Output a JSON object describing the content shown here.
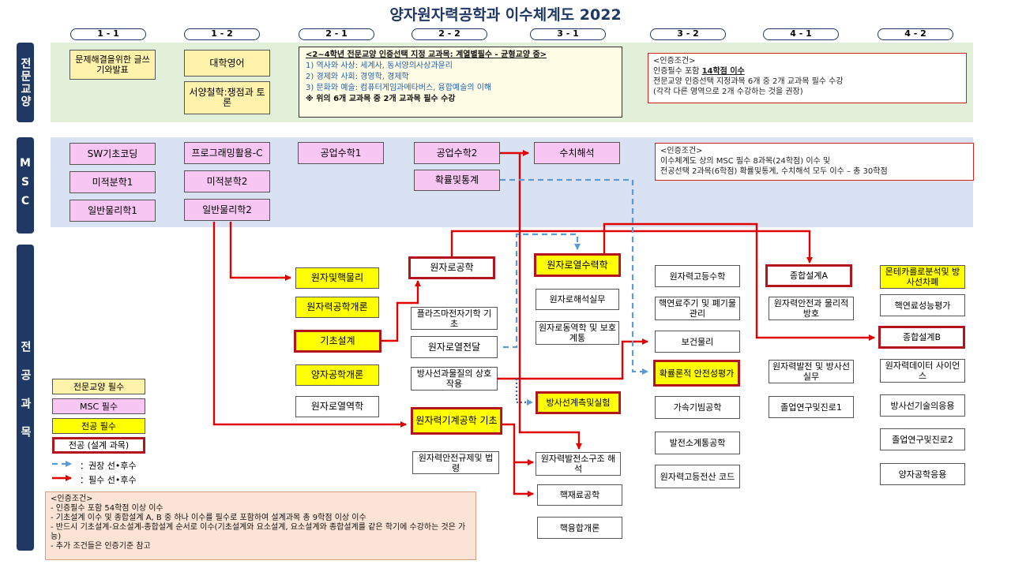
{
  "title": "양자원자력공학과 이수체계도 2022",
  "semesters": [
    "1 - 1",
    "1 - 2",
    "2 - 1",
    "2 - 2",
    "3 - 1",
    "3 - 2",
    "4 - 1",
    "4 - 2"
  ],
  "rows": {
    "general": "전문교양",
    "msc": "MSC",
    "major": "전공과목"
  },
  "general": {
    "c1": "문제해결을위한 글쓰기와발표",
    "c2a": "대학영어",
    "c2b": "서양철학:쟁점과 토론",
    "heading": "<2~4학년 전문교양 인증선택 지정 교과목: 계열별필수 - 균형교양 중>",
    "item1": "1) 역사와 사상: 세계사, 동서양의사상과윤리",
    "item2": "2) 경제와 사회: 경영학, 경제학",
    "item3": "3) 문화와 예술: 컴퓨터게임과메타버스, 융합예술의 이해",
    "item4": "※ 위의 6개 교과목 중 2개 교과목 필수 수강",
    "note_title": "<인증조건>",
    "note_line1_pre": "인증필수 포함 ",
    "note_line1_em": "14학점 이수",
    "note_line2": "전문교양 인증선택 지정과목 6개 중 2개 교과목 필수 수강",
    "note_line3": "(각각 다른 영역으로 2개 수강하는 것을 권장)"
  },
  "msc": {
    "sw": "SW기초코딩",
    "calc1": "미적분학1",
    "phys1": "일반물리학1",
    "prog": "프로그래밍활용-C",
    "calc2": "미적분학2",
    "phys2": "일반물리학2",
    "eng_math1": "공업수학1",
    "eng_math2": "공업수학2",
    "prob": "확률및통계",
    "numeric": "수치해석",
    "note_title": "<인증조건>",
    "note_line1": "이수체계도 상의 MSC 필수 8과목(24학점) 이수 및",
    "note_line2": "전공선택 2과목(6학점) 확률및통계, 수치해석 모두 이수 – 총 30학점"
  },
  "major": {
    "nuclear_physics": "원자및핵물리",
    "nuclear_intro": "원자력공학개론",
    "basic_design": "기초설계",
    "quantum_intro": "양자공학개론",
    "reactor_thermo": "원자로열역학",
    "reactor_eng": "원자로공학",
    "plasma": "플라즈마전자기학 기초",
    "reactor_heat": "원자로열전달",
    "radiation_matter": "방사선과물질의 상호작용",
    "mech_eng": "원자력기계공학 기초",
    "safety_reg": "원자력안전규제및 법령",
    "thermal_hydraulics": "원자로열수력학",
    "reactor_analysis": "원자로해석실무",
    "reactor_dynamics": "원자로동역학 및 보호계통",
    "radiation_lab": "방사선계측및실험",
    "structure": "원자력발전소구조 해석",
    "nuclear_fuel": "핵재료공학",
    "fusion": "핵융합개론",
    "adv_math": "원자력고등수학",
    "fuel_cycle": "핵연료주기 및 폐기물관리",
    "health_physics": "보건물리",
    "prob_safety": "확률론적 안전성평가",
    "accelerator": "가속기빔공학",
    "power_system": "발전소계통공학",
    "adv_code": "원자력고등전산 코드",
    "capstone_a": "종합설계A",
    "safety_protection": "원자력안전과 물리적방호",
    "power_radiation": "원자력발전 및 방사선실무",
    "graduation1": "졸업연구및진로1",
    "monte_carlo": "몬테카를로분석및 방사선차폐",
    "fuel_perf": "핵연료성능평가",
    "capstone_b": "종합설계B",
    "data_science": "원자력데이터 사이언스",
    "rad_tech": "방사선기술의응용",
    "graduation2": "졸업연구및진로2",
    "quantum_app": "양자공학응용"
  },
  "legend": {
    "general": "전문교양 필수",
    "msc": "MSC 필수",
    "major": "전공 필수",
    "design": "전공 (설계 과목)",
    "recommended": "：권장 선•후수",
    "required": "：필수 선•후수"
  },
  "bottom_note": {
    "title": "<인증조건>",
    "l1": "- 인증필수 포함 54학점 이상 이수",
    "l2": "- 기초설계 이수 및 종합설계 A, B 중 하나 이수를 필수로 포함하여 설계과목 총 9학점 이상 이수",
    "l3": "- 반드시 기초설계-요소설계-종합설계 순서로 이수(기초설계와 요소설계, 요소설계와 종합설계를 같은 학기에 수강하는 것은 가능)",
    "l4": "- 추가 조건들은 인증기준 참고"
  },
  "colors": {
    "title": "#1f3864",
    "general_band": "#e2efd9",
    "msc_band": "#d9e2f3",
    "general_required": "#fff2aa",
    "msc_required": "#f7c6f3",
    "major_required": "#ffff00",
    "design_border": "#b4141e",
    "required_arrow": "#e00000",
    "recommended_arrow": "#5b9bd5"
  }
}
